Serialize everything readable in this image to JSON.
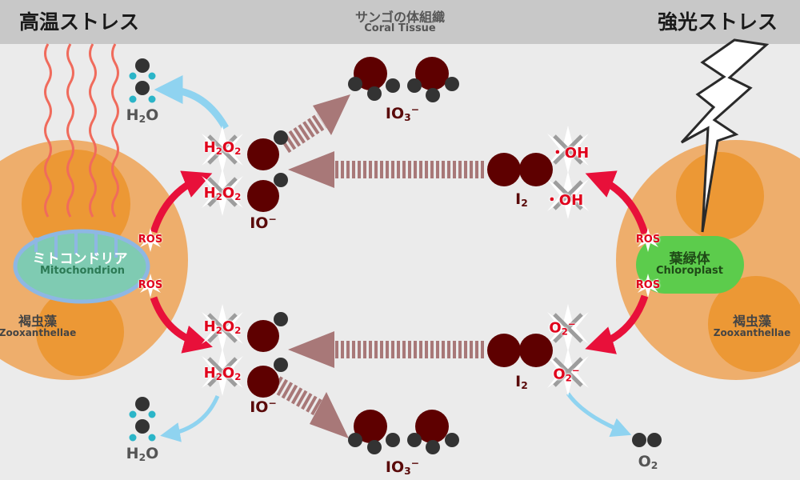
{
  "header": {
    "left_title": "高温ストレス",
    "right_title": "強光ストレス",
    "tissue_ja": "サンゴの体組織",
    "tissue_en": "Coral Tissue"
  },
  "left_cell": {
    "organelle_ja": "ミトコンドリア",
    "organelle_en": "Mitochondrion",
    "zoo_ja": "褐虫藻",
    "zoo_en": "Zooxanthellae"
  },
  "right_cell": {
    "organelle_ja": "葉緑体",
    "organelle_en": "Chloroplast",
    "zoo_ja": "褐虫藻",
    "zoo_en": "Zooxanthellae"
  },
  "labels": {
    "ros": "ROS",
    "h2o_main": "H",
    "h2o_sub": "2",
    "h2o_tail": "O",
    "h2o2_h": "H",
    "h2o2_sub1": "2",
    "h2o2_o": "O",
    "h2o2_sub2": "2",
    "io_main": "IO",
    "io_sup": "−",
    "io3_main": "IO",
    "io3_sub": "3",
    "io3_sup": "−",
    "i2_main": "I",
    "i2_sub": "2",
    "oh": "・OH",
    "o2m_main": "O",
    "o2m_sub": "2",
    "o2m_sup": "−",
    "o2_main": "O",
    "o2_sub": "2"
  },
  "colors": {
    "background": "#ebebeb",
    "header_bar": "#c8c8c8",
    "cell_outer": "#eeae6c",
    "cell_inner": "#ec9835",
    "mitochondrion": "#7fcbb2",
    "mitochondrion_outline": "#8eb7e3",
    "chloroplast": "#5ccc4c",
    "iodine_atom": "#5e0000",
    "oxygen_atom": "#333333",
    "hydrogen_atom": "#2bb5c8",
    "reaction_arrow": "#a87878",
    "ros_arrow": "#e8103a",
    "water_arrow": "#8fd3f0",
    "heat_wave": "#f06b5c"
  }
}
